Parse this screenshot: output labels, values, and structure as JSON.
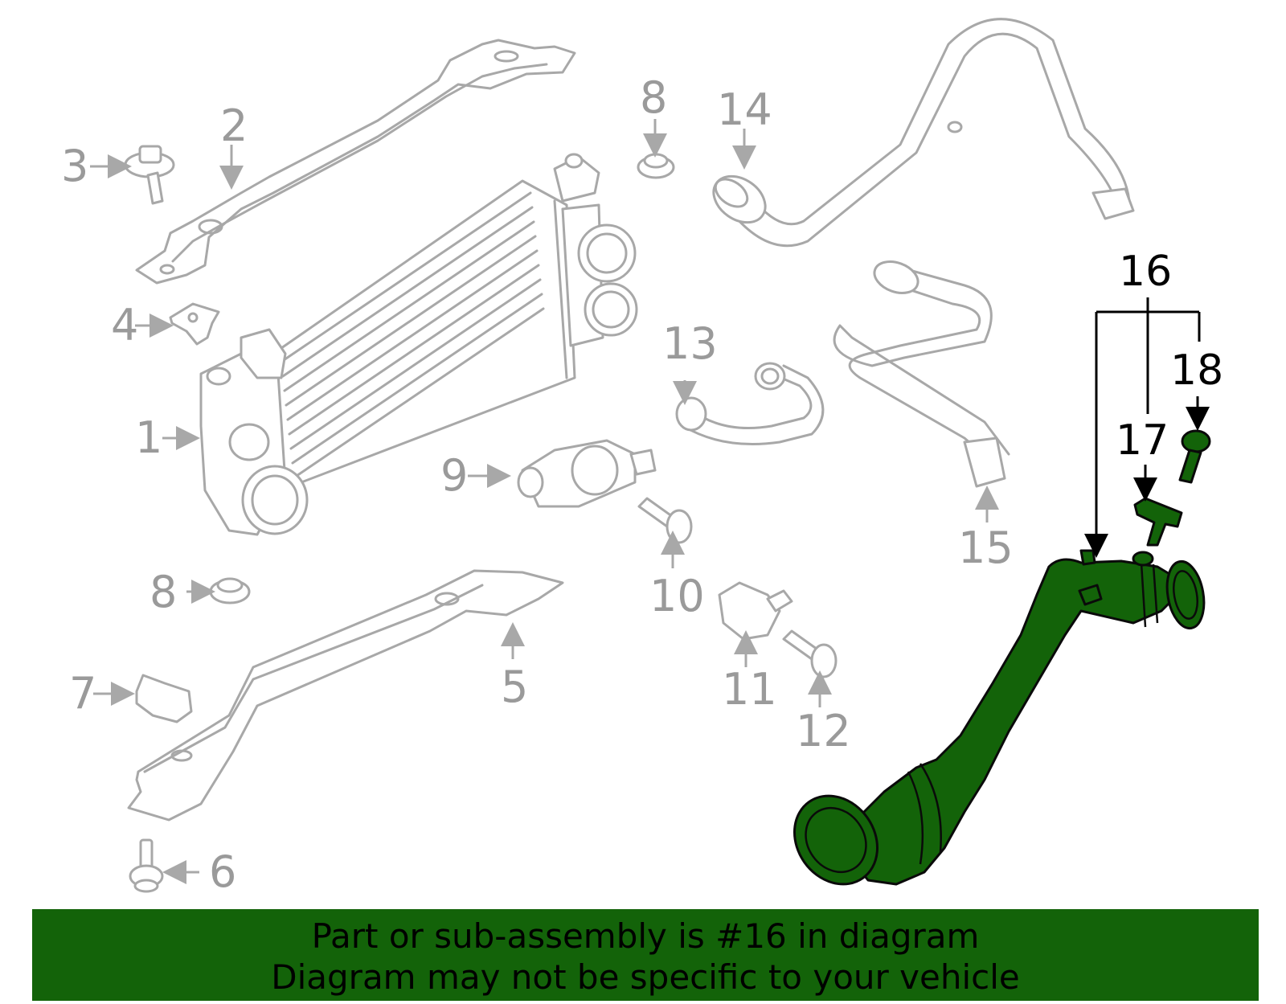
{
  "diagram": {
    "callouts": [
      "1",
      "2",
      "3",
      "4",
      "5",
      "6",
      "7",
      "8",
      "8",
      "9",
      "10",
      "11",
      "12",
      "13",
      "14",
      "15",
      "16",
      "17",
      "18"
    ],
    "highlighted_part": "16",
    "colors": {
      "highlight": "#136309",
      "outline": "#a8a8a8",
      "banner": "#136309"
    }
  },
  "banner": {
    "line1": "Part or sub-assembly is #16 in diagram",
    "line2": "Diagram may not be specific to your vehicle"
  }
}
